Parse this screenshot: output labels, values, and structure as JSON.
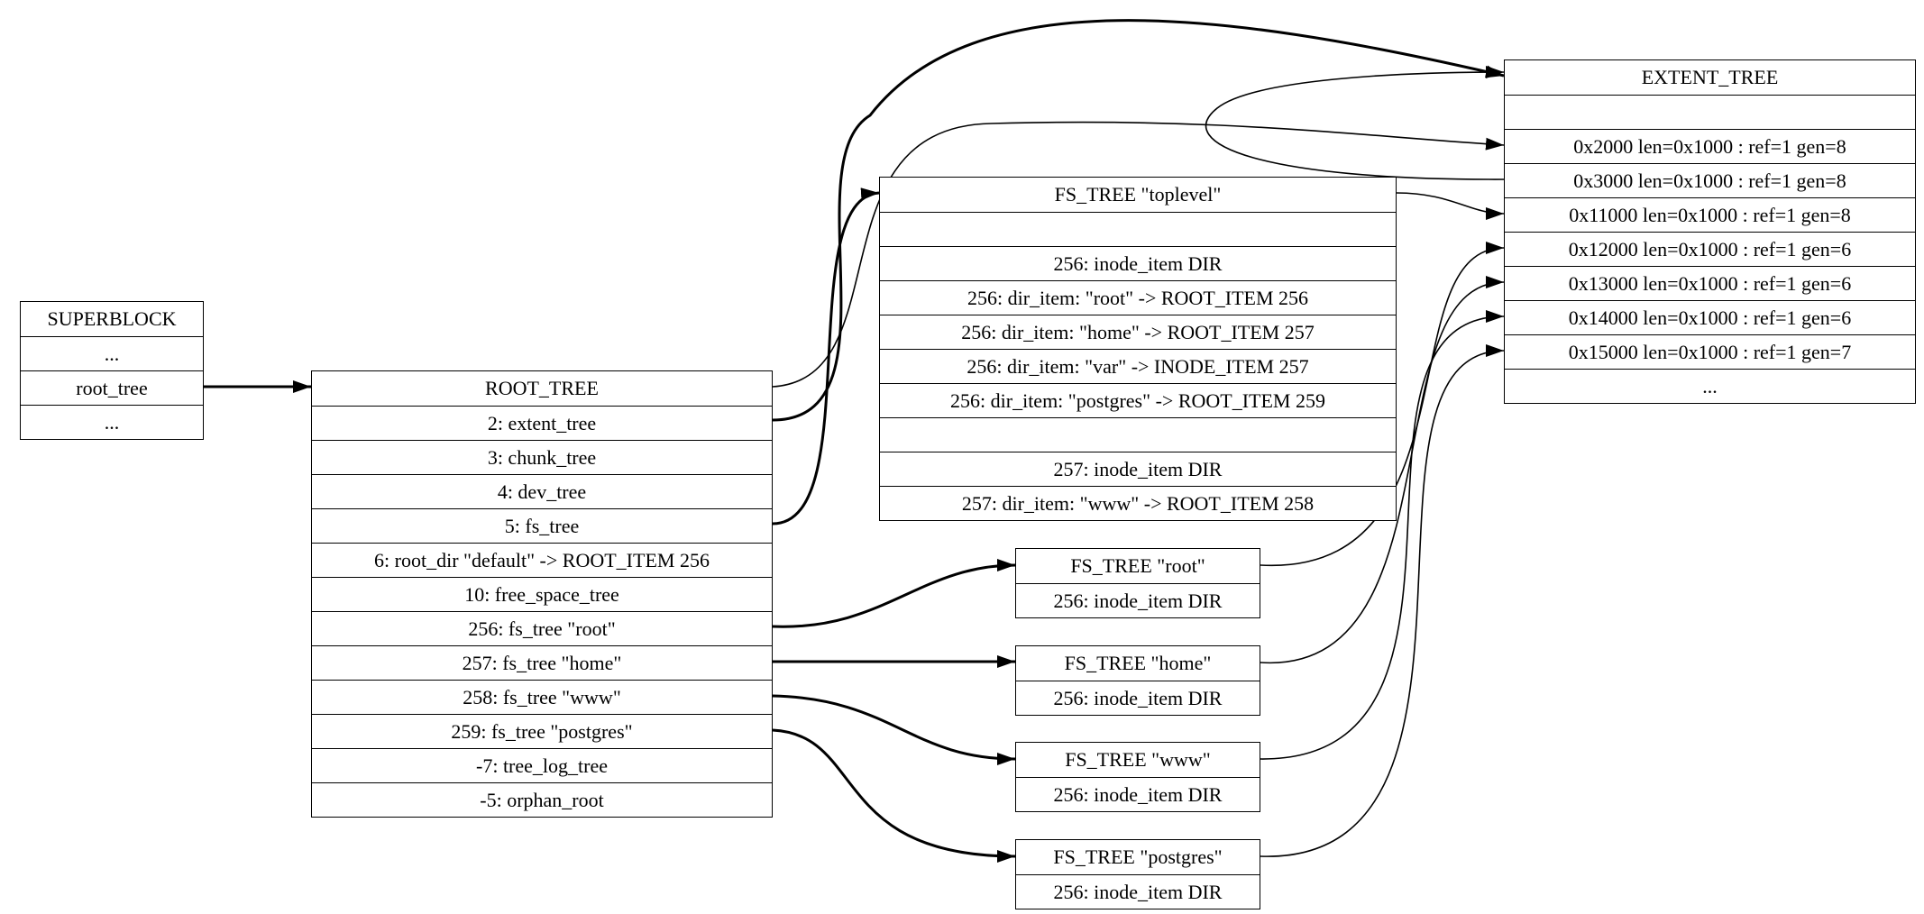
{
  "superblock": {
    "title": "SUPERBLOCK",
    "rows": [
      "...",
      "root_tree",
      "..."
    ]
  },
  "root_tree": {
    "title": "ROOT_TREE",
    "rows": [
      "2: extent_tree",
      "3: chunk_tree",
      "4: dev_tree",
      "5: fs_tree",
      "6: root_dir \"default\" -> ROOT_ITEM 256",
      "10: free_space_tree",
      "256: fs_tree \"root\"",
      "257: fs_tree \"home\"",
      "258: fs_tree \"www\"",
      "259: fs_tree \"postgres\"",
      "-7: tree_log_tree",
      "-5: orphan_root"
    ]
  },
  "fs_toplevel": {
    "title": "FS_TREE \"toplevel\"",
    "rows": [
      "",
      "256: inode_item DIR",
      "256: dir_item: \"root\" -> ROOT_ITEM 256",
      "256: dir_item: \"home\" -> ROOT_ITEM 257",
      "256: dir_item: \"var\" -> INODE_ITEM 257",
      "256: dir_item: \"postgres\" -> ROOT_ITEM 259",
      "",
      "257: inode_item DIR",
      "257: dir_item: \"www\" -> ROOT_ITEM 258"
    ]
  },
  "fs_root": {
    "title": "FS_TREE \"root\"",
    "rows": [
      "256: inode_item DIR"
    ]
  },
  "fs_home": {
    "title": "FS_TREE \"home\"",
    "rows": [
      "256: inode_item DIR"
    ]
  },
  "fs_www": {
    "title": "FS_TREE \"www\"",
    "rows": [
      "256: inode_item DIR"
    ]
  },
  "fs_postgres": {
    "title": "FS_TREE \"postgres\"",
    "rows": [
      "256: inode_item DIR"
    ]
  },
  "extent_tree": {
    "title": "EXTENT_TREE",
    "rows": [
      "",
      "0x2000 len=0x1000 : ref=1 gen=8",
      "0x3000 len=0x1000 : ref=1 gen=8",
      "0x11000 len=0x1000 : ref=1 gen=8",
      "0x12000 len=0x1000 : ref=1 gen=6",
      "0x13000 len=0x1000 : ref=1 gen=6",
      "0x14000 len=0x1000 : ref=1 gen=6",
      "0x15000 len=0x1000 : ref=1 gen=7",
      "..."
    ]
  }
}
